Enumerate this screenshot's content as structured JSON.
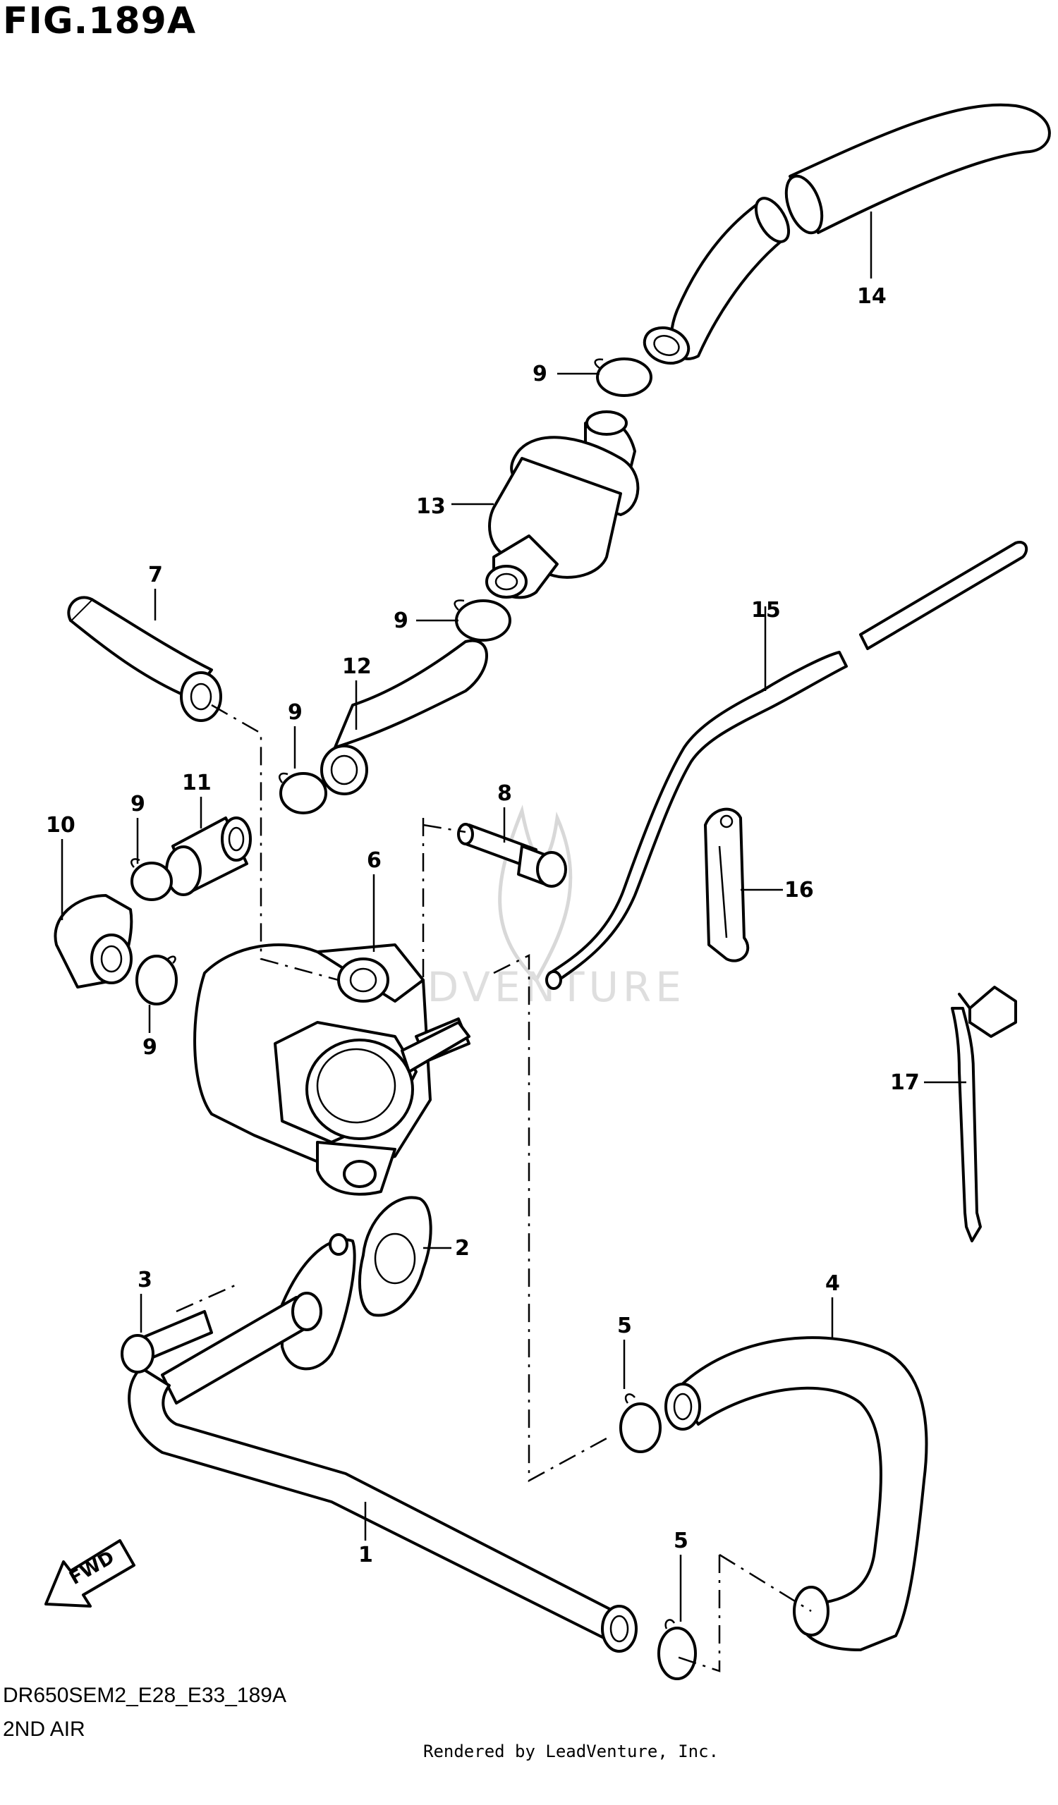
{
  "header": {
    "figure_title": "FIG.189A"
  },
  "footer": {
    "model_code": "DR650SEM2_E28_E33_189A",
    "section_name": "2ND AIR",
    "rendered_by": "Rendered by LeadVenture, Inc."
  },
  "watermark": {
    "text": "ADVENTURE"
  },
  "direction_arrow": {
    "label": "FWD"
  },
  "callouts": {
    "c1": "1",
    "c2": "2",
    "c3": "3",
    "c4": "4",
    "c5a": "5",
    "c5b": "5",
    "c6": "6",
    "c7": "7",
    "c8": "8",
    "c9a": "9",
    "c9b": "9",
    "c9c": "9",
    "c9d": "9",
    "c9e": "9",
    "c10": "10",
    "c11": "11",
    "c12": "12",
    "c13": "13",
    "c14": "14",
    "c15": "15",
    "c16": "16",
    "c17": "17"
  }
}
